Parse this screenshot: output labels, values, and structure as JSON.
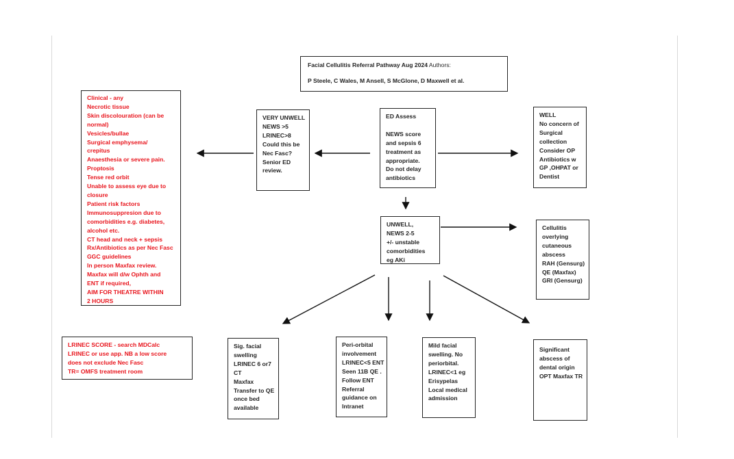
{
  "title_box": {
    "line1_bold": "Facial Cellulitis Referral Pathway Aug 2024",
    "line1_rest": " Authors:",
    "line2": "P Steele, C Wales, M Ansell, S McGlone, D Maxwell et al."
  },
  "red_criteria": {
    "color": "#e8141c",
    "lines": [
      "Clinical - any",
      "Necrotic tissue",
      "Skin discolouration (can be",
      "normal)",
      "Vesicles/bullae",
      "Surgical emphysema/",
      "crepitus",
      "Anaesthesia or severe pain.",
      "Proptosis",
      "Tense red orbit",
      "Unable to assess eye due to",
      "closure",
      "Patient risk factors",
      "Immunosuppresion due to",
      "comorbidities e.g. diabetes,",
      "alcohol etc.",
      "CT head and neck + sepsis",
      "Rx/Antibiotics as per Nec Fasc",
      "GGC guidelines",
      "In person Maxfax review.",
      "Maxfax will d/w Ophth and",
      "ENT if required,",
      "AIM FOR THEATRE WITHIN",
      "2 HOURS"
    ]
  },
  "very_unwell": [
    "VERY UNWELL",
    "NEWS >5",
    "LRINEC>8",
    "Could this be",
    "Nec Fasc?",
    "Senior ED",
    "review."
  ],
  "ed_assess": [
    "ED Assess",
    "",
    "NEWS score",
    "and sepsis 6",
    "treatment as",
    "appropriate.",
    "Do not delay",
    "antibiotics"
  ],
  "well": [
    "WELL",
    "No concern of",
    "Surgical",
    "collection",
    "Consider OP",
    "Antibiotics w",
    "GP ,OHPAT or",
    "Dentist"
  ],
  "unwell": [
    "UNWELL,",
    "NEWS 2-5",
    "+/- unstable",
    "comorbidities",
    "eg AKi"
  ],
  "cellulitis": [
    "Cellulitis",
    "overlying",
    "cutaneous",
    "abscess",
    "RAH (Gensurg)",
    "QE (Maxfax)",
    "GRI (Gensurg)"
  ],
  "lrinec_note": {
    "color": "#e8141c",
    "lines": [
      "LRINEC SCORE - search MDCalc",
      "LRINEC or use app. NB a low score",
      "does not exclude Nec Fasc",
      "TR= OMFS treatment room"
    ]
  },
  "sig_facial": [
    "Sig. facial",
    "swelling",
    "LRINEC 6 or7",
    "CT",
    "Maxfax",
    "Transfer to QE",
    "once bed",
    "available"
  ],
  "peri_orbital": [
    "Peri-orbital",
    "involvement",
    "LRINEC<5 ENT",
    "Seen 11B QE .",
    "Follow ENT",
    "Referral",
    "guidance on",
    "Intranet"
  ],
  "mild_facial": [
    "Mild facial",
    "swelling. No",
    "periorbital.",
    "LRINEC<1 eg",
    "Erisypelas",
    "Local medical",
    "admission"
  ],
  "dental_abscess": [
    "Significant",
    "abscess of",
    "dental origin",
    "OPT Maxfax TR"
  ]
}
